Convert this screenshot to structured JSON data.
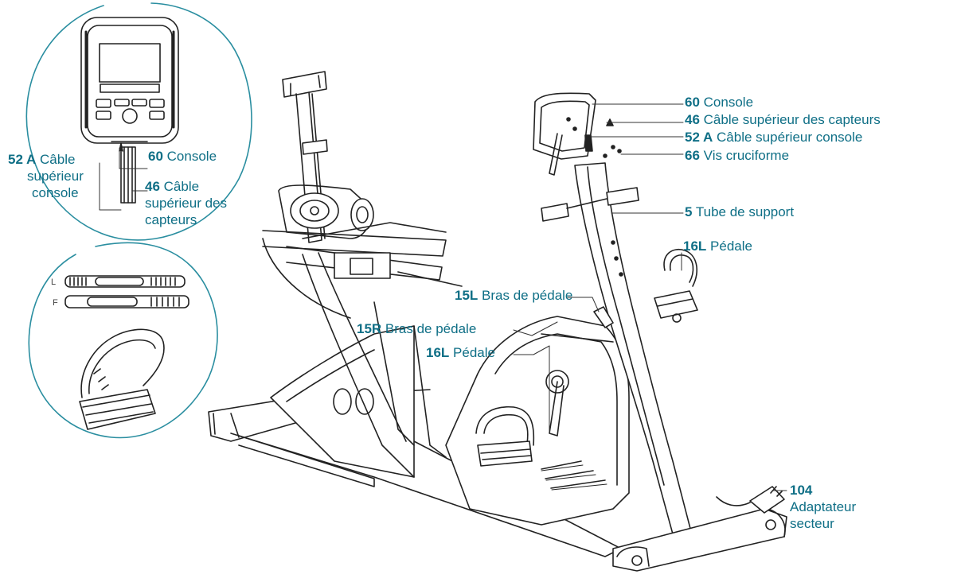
{
  "accent_color": "#0f6f86",
  "line_color": "#222222",
  "callouts": {
    "detail_52a": {
      "num": "52 A",
      "lines": [
        "Câble",
        "supérieur",
        "console"
      ]
    },
    "detail_60": {
      "num": "60",
      "text": "Console"
    },
    "detail_46": {
      "num": "46",
      "lines": [
        "Câble",
        "supérieur des",
        "capteurs"
      ]
    },
    "console_60": {
      "num": "60",
      "text": "Console"
    },
    "cable_46": {
      "num": "46",
      "text": "Câble supérieur des capteurs"
    },
    "cable_52a": {
      "num": "52 A",
      "text": "Câble supérieur console"
    },
    "screw_66": {
      "num": "66",
      "text": "Vis cruciforme"
    },
    "tube_5": {
      "num": "5",
      "text": "Tube de support"
    },
    "pedal_16l_right": {
      "num": "16L",
      "text": "Pédale"
    },
    "arm_15l": {
      "num": "15L",
      "text": "Bras de pédale"
    },
    "arm_15r": {
      "num": "15R",
      "text": "Bras de pédale"
    },
    "pedal_16l_center": {
      "num": "16L",
      "text": "Pédale"
    },
    "adapter_104": {
      "num": "104",
      "lines": [
        "Adaptateur",
        "secteur"
      ]
    }
  },
  "pedal_strap_letters": {
    "left": "L",
    "right": "F"
  }
}
